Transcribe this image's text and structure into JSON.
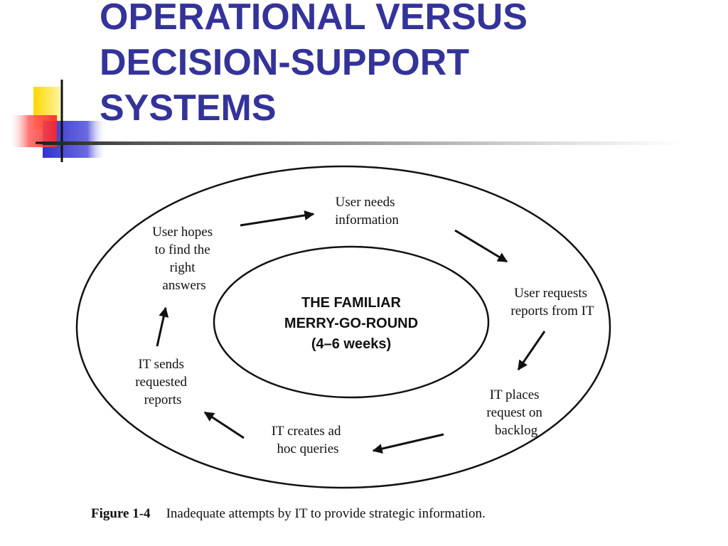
{
  "slide": {
    "title_lines": [
      "OPERATIONAL VERSUS",
      "DECISION-SUPPORT",
      "SYSTEMS"
    ]
  },
  "diagram": {
    "center": {
      "line1": "THE FAMILIAR",
      "line2": "MERRY-GO-ROUND",
      "line3": "(4–6 weeks)"
    },
    "steps": [
      {
        "lines": [
          "User needs",
          "information"
        ]
      },
      {
        "lines": [
          "User requests",
          "reports from IT"
        ]
      },
      {
        "lines": [
          "IT places",
          "request on",
          "backlog"
        ]
      },
      {
        "lines": [
          "IT creates ad",
          "hoc queries"
        ]
      },
      {
        "lines": [
          "IT sends",
          "requested",
          "reports"
        ]
      },
      {
        "lines": [
          "User hopes",
          "to find the",
          "right",
          "answers"
        ]
      }
    ]
  },
  "caption": {
    "figure": "Figure 1-4",
    "text": "Inadequate attempts by IT to provide strategic information."
  },
  "colors": {
    "title": "#333399",
    "deco_yellow": "#FFCC00",
    "deco_blue": "#3333CC",
    "deco_red": "#FF3333"
  }
}
